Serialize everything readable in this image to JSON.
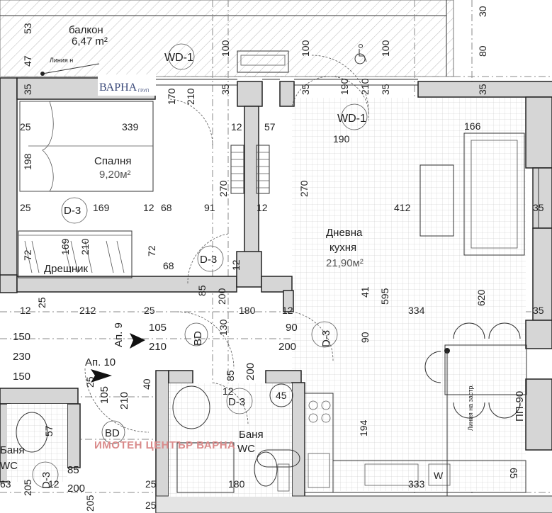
{
  "brand": {
    "logo_text": "ВАРНА",
    "logo_sub": "ГРУП",
    "logo_color": "#3b4a7a"
  },
  "watermark": "ИМОТЕН ЦЕНТЪР ВАРНА",
  "balcony": {
    "name": "балкон",
    "area": "6,47 m²"
  },
  "line_note": "Линия н",
  "line_note2": "Линия на застр.",
  "wd_labels": {
    "top": "WD-1",
    "mid": "WD-1"
  },
  "rooms": {
    "bedroom": {
      "name": "Спалня",
      "area": "9,20м²"
    },
    "wardrobe": {
      "name": "Дрешник"
    },
    "living": {
      "name1": "Дневна",
      "name2": "кухня",
      "area": "21,90м²"
    },
    "bath": {
      "name1": "Баня",
      "name2": "WC"
    },
    "left_bath": {
      "name1": "Баня",
      "name2": "WC"
    }
  },
  "doors": {
    "d3_a": "D-3",
    "d3_b": "D-3",
    "d3_c": "D-3",
    "d3_d": "D-3",
    "d3_e": "D-3",
    "bd_a": "BD",
    "bd_b": "BD",
    "pp": "ПП-90"
  },
  "apartments": {
    "ap9": "Ап. 9",
    "ap10": "Ап. 10"
  },
  "dims": {
    "d53": "53",
    "d47": "47",
    "d35a": "35",
    "d170": "170",
    "d210a": "210",
    "d35b": "35",
    "d100a": "100",
    "d100b": "100",
    "d100c": "100",
    "d80": "80",
    "d30": "30",
    "d35c": "35",
    "d190a": "190",
    "d210b": "210",
    "d35d": "35",
    "d35e": "35",
    "d25a": "25",
    "d339": "339",
    "d12a": "12",
    "d57a": "57",
    "d190b": "190",
    "d166": "166",
    "d198": "198",
    "d270a": "270",
    "d270b": "270",
    "d412": "412",
    "d25b": "25",
    "d169a": "169",
    "d12b": "12",
    "d68a": "68",
    "d91": "91",
    "d12c": "12",
    "d35f": "35",
    "d169b": "169",
    "d210c": "210",
    "d72a": "72",
    "d72b": "72",
    "d68b": "68",
    "d85a": "85",
    "d200a": "200",
    "d12d": "12",
    "d41": "41",
    "d595": "595",
    "d620": "620",
    "d12e": "12",
    "d25c": "25",
    "d212": "212",
    "d25d": "25",
    "d180a": "180",
    "d12f": "12",
    "d334": "334",
    "d35g": "35",
    "d150a": "150",
    "d105a": "105",
    "d130": "130",
    "d90a": "90",
    "d90b": "90",
    "d230": "230",
    "d210d": "210",
    "d200b": "200",
    "d150b": "150",
    "d85b": "85",
    "d200c": "200",
    "d25e": "25",
    "d105b": "105",
    "d210e": "210",
    "d40": "40",
    "d12g": "12",
    "d45": "45",
    "d57b": "57",
    "d194": "194",
    "d85c": "85",
    "d63": "63",
    "d205a": "205",
    "d12h": "12",
    "d200d": "200",
    "d25f": "25",
    "d180b": "180",
    "d333": "333",
    "d65": "65",
    "d205b": "205",
    "d25g": "25",
    "w": "W"
  }
}
